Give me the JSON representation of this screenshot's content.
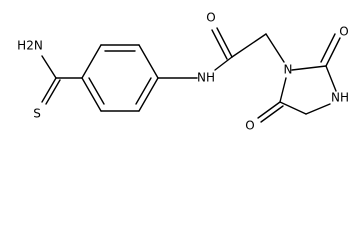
{
  "molecule": {
    "atoms": {
      "amide_nh2": "H2N",
      "thio_s": "S",
      "amide_nh": "NH",
      "carbonyl_o": "O",
      "ring_n1": "N",
      "ring_o2": "O",
      "ring_nh3": "NH",
      "ring_o5": "O"
    },
    "bond_color": "#000000",
    "background": "#ffffff"
  }
}
